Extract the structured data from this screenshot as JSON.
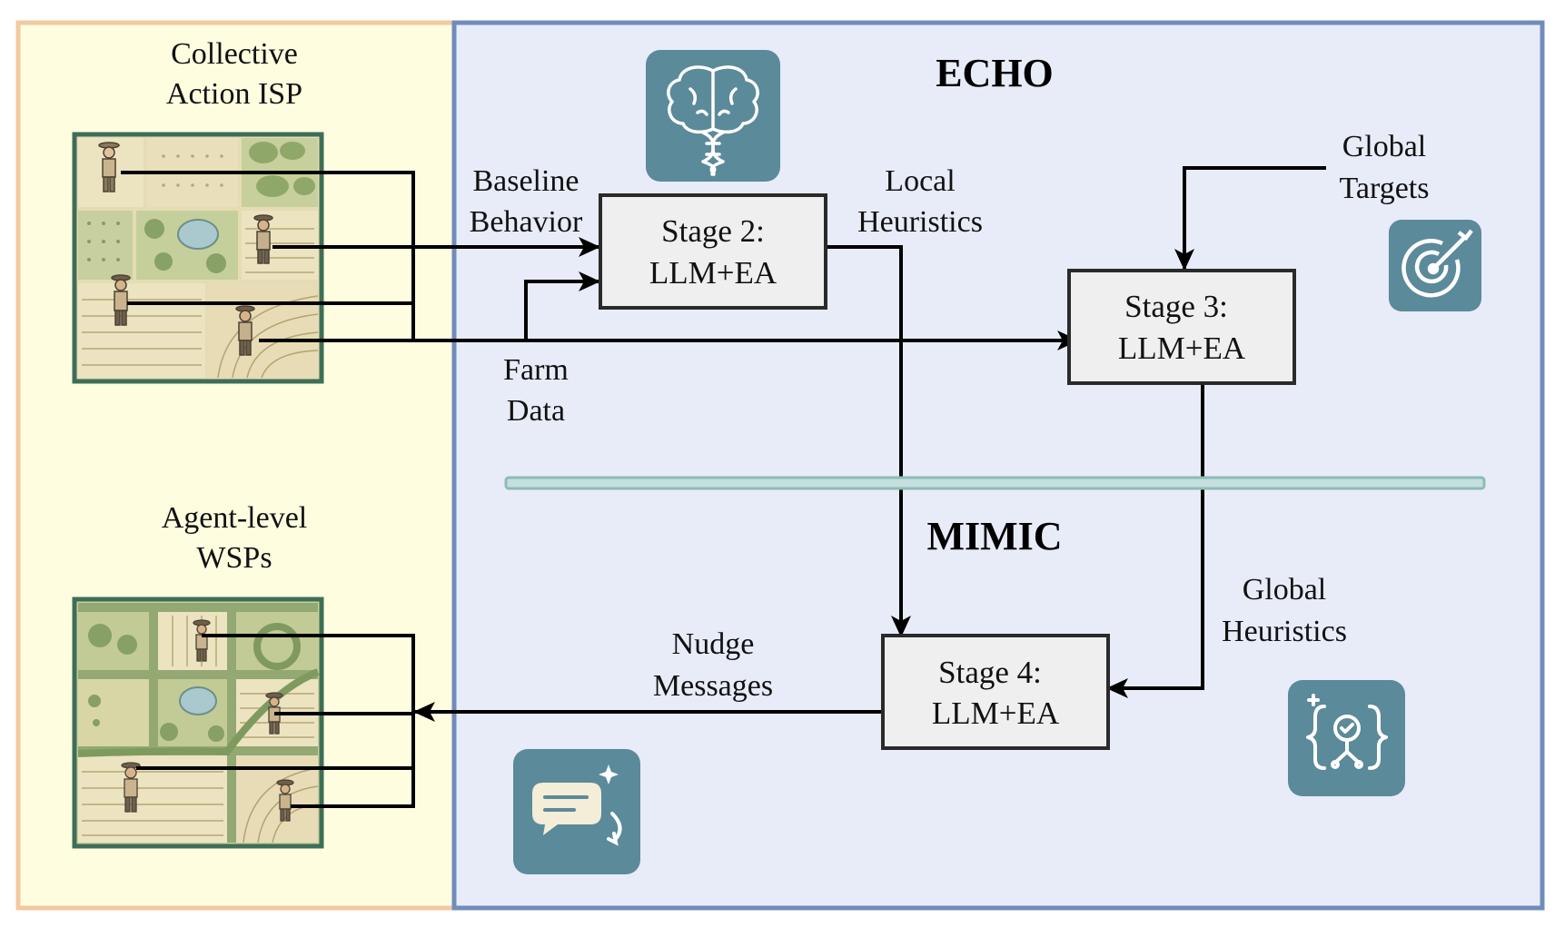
{
  "left_panel": {
    "isp_title": [
      "Collective",
      "Action ISP"
    ],
    "wsp_title": [
      "Agent-level",
      "WSPs"
    ]
  },
  "right_panel": {
    "echo_label": "ECHO",
    "mimic_label": "MIMIC"
  },
  "stages": {
    "stage2": [
      "Stage 2:",
      "LLM+EA"
    ],
    "stage3": [
      "Stage 3:",
      "LLM+EA"
    ],
    "stage4": [
      "Stage 4:",
      "LLM+EA"
    ]
  },
  "flow_labels": {
    "baseline": [
      "Baseline",
      "Behavior"
    ],
    "farm_data": [
      "Farm",
      "Data"
    ],
    "local": [
      "Local",
      "Heuristics"
    ],
    "global_targets": [
      "Global",
      "Targets"
    ],
    "global_heuristics": [
      "Global",
      "Heuristics"
    ],
    "nudge": [
      "Nudge",
      "Messages"
    ]
  },
  "icons": {
    "brain": "brain-dna-icon",
    "target": "target-icon",
    "code_gear": "code-gear-icon",
    "chat": "chat-sparkle-icon"
  },
  "colors": {
    "left_bg": "#fefde0",
    "left_border": "#f3c9a0",
    "right_bg": "#e8ecf8",
    "right_border": "#6f8cbb",
    "icon_bg": "#5b8a9a",
    "stage_fill": "#efefef",
    "divider": "#8cbcb6"
  }
}
